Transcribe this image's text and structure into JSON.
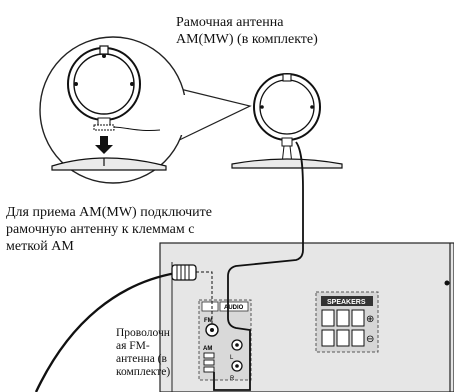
{
  "am_antenna": {
    "caption_line1": "Рамочная антенна",
    "caption_line2": "AM(MW) (в комплекте)"
  },
  "am_hint": {
    "line1": "Для приема AM(MW) подключите",
    "line2": "рамочную антенну к клеммам с",
    "line3": "меткой AM"
  },
  "fm_antenna": {
    "line1": "Проволочн",
    "line2": "ая FM-",
    "line3": "антенна (в",
    "line4": "комплекте)"
  },
  "panel": {
    "speakers_label": "SPEAKERS",
    "audio_label": "AUDIO",
    "fm_label": "FM",
    "am_label": "AM",
    "l_label": "L",
    "r_label": "R",
    "plus_symbol": "⊕",
    "minus_symbol": "⊖"
  },
  "colors": {
    "panel_fill": "#e6e6e6",
    "line": "#111111",
    "dashed": "#555555"
  }
}
